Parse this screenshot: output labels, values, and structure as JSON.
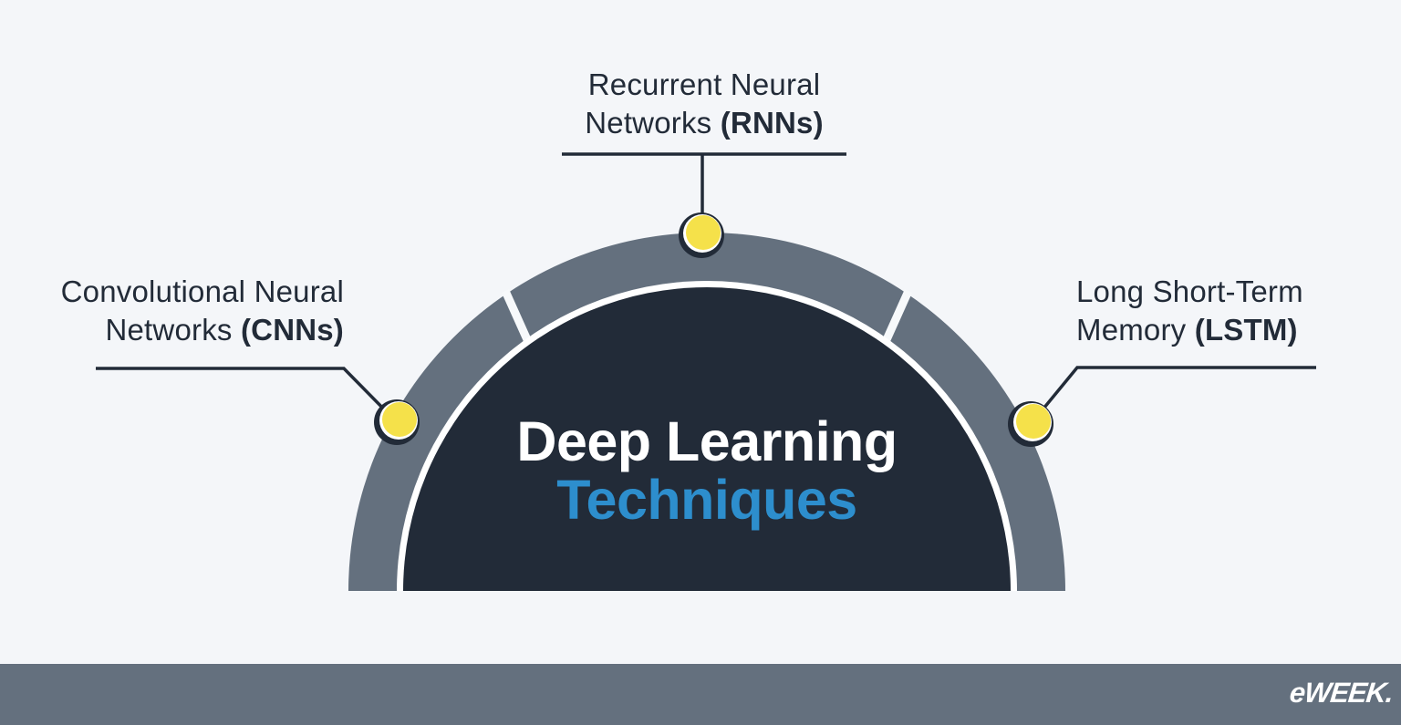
{
  "title": {
    "line1": "Deep Learning",
    "line2": "Techniques"
  },
  "labels": {
    "rnn": {
      "line1": "Recurrent Neural",
      "line2": "Networks ",
      "abbr": "(RNNs)"
    },
    "cnn": {
      "line1": "Convolutional Neural",
      "line2": "Networks ",
      "abbr": "(CNNs)"
    },
    "lstm": {
      "line1": "Long Short-Term",
      "line2": "Memory ",
      "abbr": "(LSTM)"
    }
  },
  "footer": {
    "brand": "eWEEK."
  },
  "colors": {
    "background": "#f4f6f9",
    "arc_ring_gray": "#64707e",
    "center_navy": "#222b38",
    "marker_yellow": "#f5e14a",
    "accent_blue": "#2d8ecd",
    "title_white": "#ffffff",
    "label_text": "#222b38",
    "footer_bar": "#64707e",
    "separator_white": "#f7f9fb"
  }
}
